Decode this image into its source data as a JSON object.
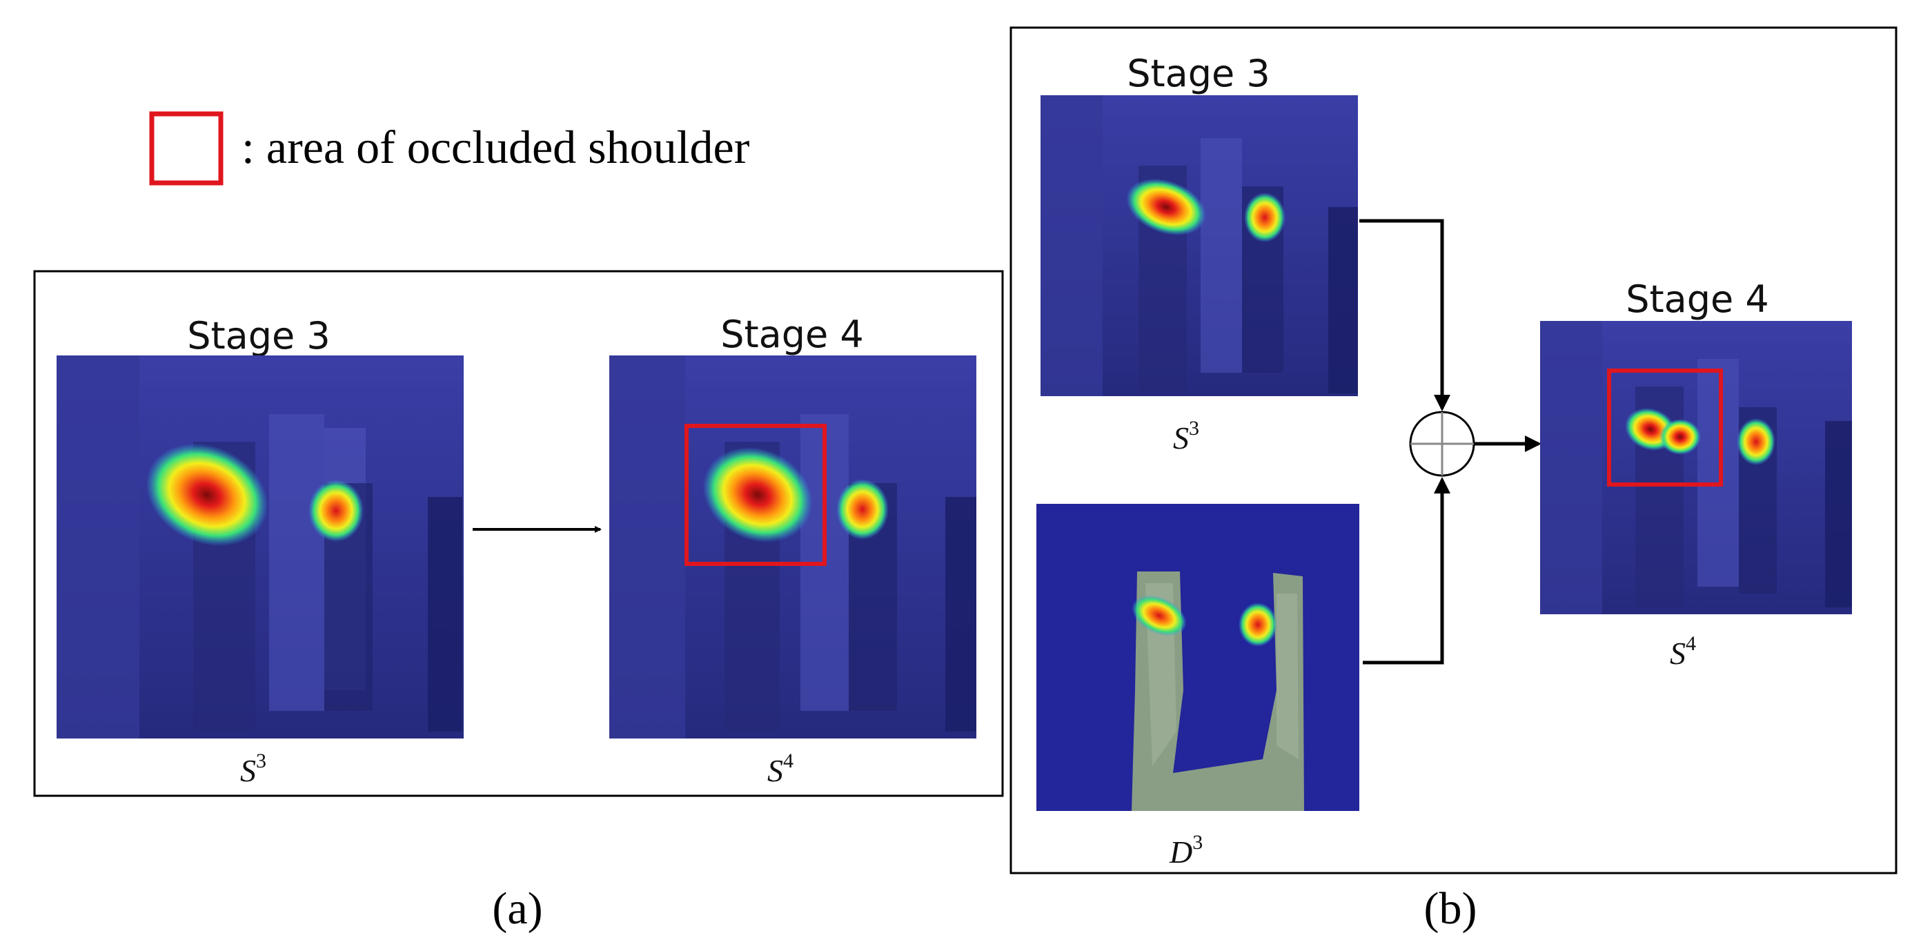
{
  "legend": {
    "text": ": area of occluded shoulder",
    "box_color": "#e0161e"
  },
  "panel_a": {
    "caption": "(a)",
    "left_title": "Stage 3",
    "right_title": "Stage 4",
    "left_label": {
      "base": "S",
      "sup": "3"
    },
    "right_label": {
      "base": "S",
      "sup": "4"
    }
  },
  "panel_b": {
    "caption": "(b)",
    "top_title": "Stage 3",
    "output_title": "Stage 4",
    "top_label": {
      "base": "S",
      "sup": "3"
    },
    "bottom_label": {
      "base": "D",
      "sup": "3"
    },
    "output_label": {
      "base": "S",
      "sup": "4"
    }
  },
  "colors": {
    "heatmap_background": "#2d2f8f",
    "depth_background": "#23259a",
    "highlight_box": "#e0161e",
    "arrow": "#000000"
  }
}
